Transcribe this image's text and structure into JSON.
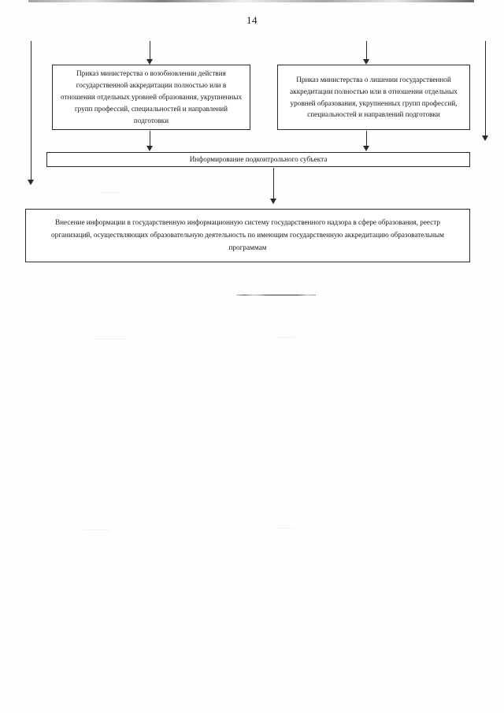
{
  "document": {
    "page_number": "14",
    "language": "ru"
  },
  "diagram_data": {
    "type": "flowchart",
    "orientation": "top-to-bottom",
    "nodes": [
      {
        "id": "order-resume",
        "shape": "rectangle",
        "text": "Приказ министерства о возобновлении действия государственной аккредитации полностью или в отношении отдельных уровней образования, укрупненных групп профессий, специальностей и направлений подготовки",
        "lines": [
          "Приказ министерства о возобновлении действия",
          "государственной аккредитации полностью или",
          "в отношении отдельных уровней образования,",
          "укрупненных групп профессий, специальностей",
          "и направлений подготовки"
        ]
      },
      {
        "id": "order-revoke",
        "shape": "rectangle",
        "text": "Приказ министерства о лишении государственной аккредитации полностью или в отношении отдельных уровней образования, укрупненных групп профессий, специальностей и направлений подготовки",
        "lines": [
          "Приказ министерства о лишении",
          "государственной аккредитации полностью или",
          "в отношении отдельных уровней образования,",
          "укрупненных групп профессий,",
          "специальностей и направлений подготовки"
        ]
      },
      {
        "id": "inform-subject",
        "shape": "rectangle-bar",
        "text": "Информирование подконтрольного субъекта",
        "lines": [
          "Информирование подконтрольного субъекта"
        ]
      },
      {
        "id": "register-entry",
        "shape": "rectangle",
        "text": "Внесение информации в государственную информационную систему государственного надзора в сфере образования, реестр организаций, осуществляющих образовательную деятельность по имеющим государственную аккредитацию образовательным программам",
        "lines": [
          "Внесение информации в государственную информационную систему государственного надзора в сфере",
          "образования, реестр организаций, осуществляющих образовательную деятельность по имеющим",
          "государственную аккредитацию образовательным программам"
        ]
      }
    ],
    "edges": [
      {
        "id": "in-resume",
        "from": "page-top",
        "to": "order-resume",
        "label": "",
        "arrow": "down"
      },
      {
        "id": "in-revoke",
        "from": "page-top",
        "to": "order-revoke",
        "label": "",
        "arrow": "down"
      },
      {
        "id": "resume-inform",
        "from": "order-resume",
        "to": "inform-subject",
        "label": "",
        "arrow": "down"
      },
      {
        "id": "revoke-inform",
        "from": "order-revoke",
        "to": "inform-subject",
        "label": "",
        "arrow": "down"
      },
      {
        "id": "inform-register",
        "from": "inform-subject",
        "to": "register-entry",
        "label": "",
        "arrow": "down"
      },
      {
        "id": "rail-left",
        "from": "page-top-left",
        "to": "register-entry",
        "label": "",
        "arrow": "down"
      },
      {
        "id": "rail-right",
        "from": "page-top-right",
        "to": "inform-subject",
        "label": "",
        "arrow": "down"
      }
    ]
  },
  "colors": {
    "ink": "#2b2b2b",
    "paper": "#fefefe"
  }
}
